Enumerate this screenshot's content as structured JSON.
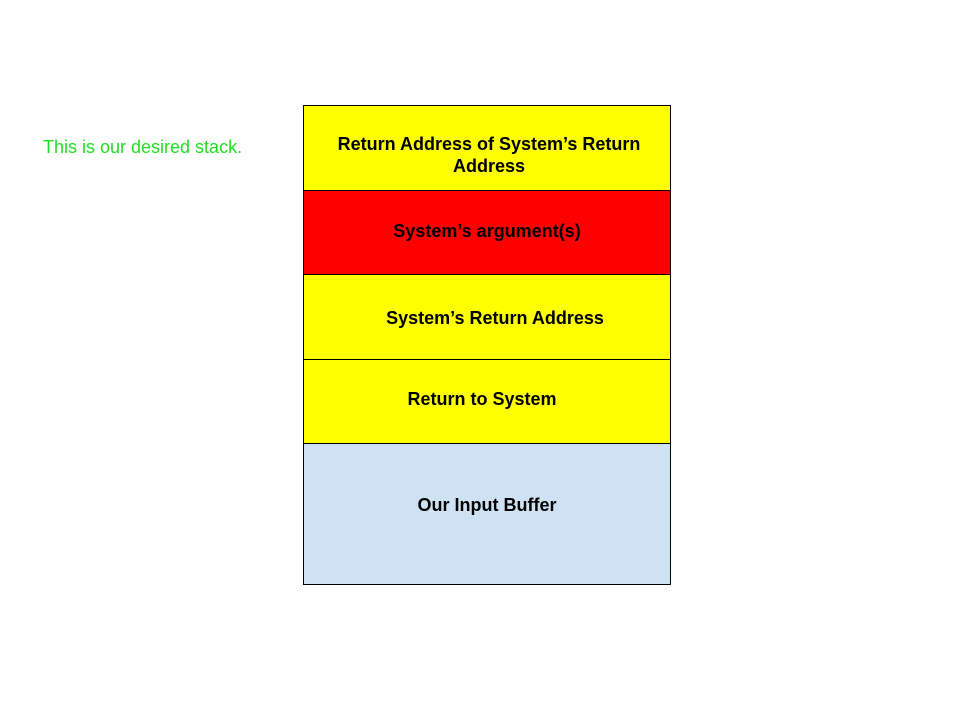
{
  "caption": {
    "text": "This is our desired stack.",
    "color": "#22dd22"
  },
  "stack": {
    "cells": [
      {
        "label": "Return Address of System’s Return Address",
        "color": "#ffff00"
      },
      {
        "label": "System’s argument(s)",
        "color": "#ff0000"
      },
      {
        "label": "System’s Return Address",
        "color": "#ffff00"
      },
      {
        "label": "Return to System",
        "color": "#ffff00"
      },
      {
        "label": "Our Input Buffer",
        "color": "#cfe2f3"
      }
    ]
  }
}
